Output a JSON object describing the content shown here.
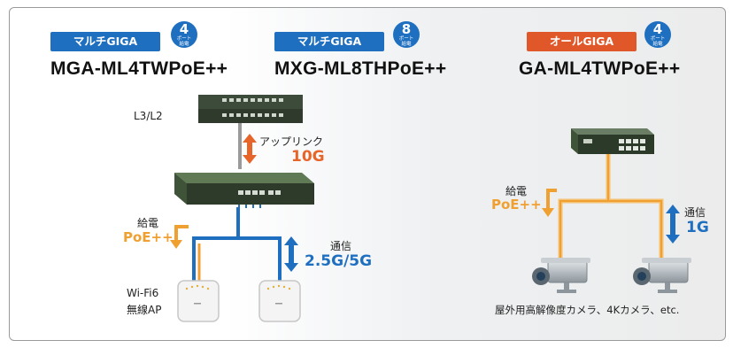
{
  "products": [
    {
      "badge": "マルチGIGA",
      "ports": "4",
      "ports_sub": "ポート\n給電",
      "model": "MGA-ML4TWPoE++"
    },
    {
      "badge": "マルチGIGA",
      "ports": "8",
      "ports_sub": "ポート\n給電",
      "model": "MXG-ML8THPoE++"
    },
    {
      "badge": "オールGIGA",
      "ports": "4",
      "ports_sub": "ポート\n給電",
      "model": "GA-ML4TWPoE++"
    }
  ],
  "left": {
    "core_label": "L3/L2",
    "uplink_label": "アップリンク",
    "uplink_speed": "10G",
    "power_label": "給電",
    "power_value": "PoE++",
    "comm_label": "通信",
    "comm_speed": "2.5G/5G",
    "ap_label_1": "Wi-Fi6",
    "ap_label_2": "無線AP"
  },
  "right": {
    "power_label": "給電",
    "power_value": "PoE++",
    "comm_label": "通信",
    "comm_speed": "1G",
    "camera_label": "屋外用高解像度カメラ、4Kカメラ、etc."
  },
  "colors": {
    "blue": "#1f6fc0",
    "orange": "#f0a030",
    "orange_dark": "#e8652a",
    "badge_orange": "#e0582a",
    "gray": "#9a9a9a"
  }
}
